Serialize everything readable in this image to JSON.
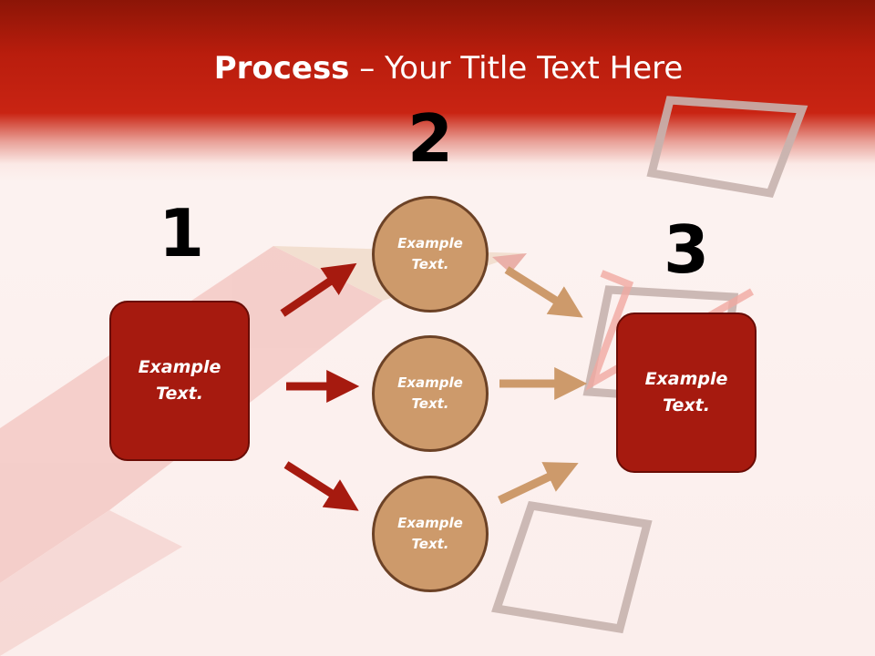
{
  "title": {
    "bold": "Process",
    "rest": " – Your Title Text Here"
  },
  "steps": {
    "one": {
      "number": "1",
      "label": "Example\nText."
    },
    "two": {
      "number": "2",
      "items": [
        "Example\nText.",
        "Example\nText.",
        "Example\nText."
      ]
    },
    "three": {
      "number": "3",
      "label": "Example\nText."
    }
  },
  "colors": {
    "box": "#a61a0f",
    "circle": "#cd9a6b",
    "arrow_left": "#a61a0f",
    "arrow_right": "#cd9a6b"
  },
  "background": "pencil-and-checkboxes-photo"
}
